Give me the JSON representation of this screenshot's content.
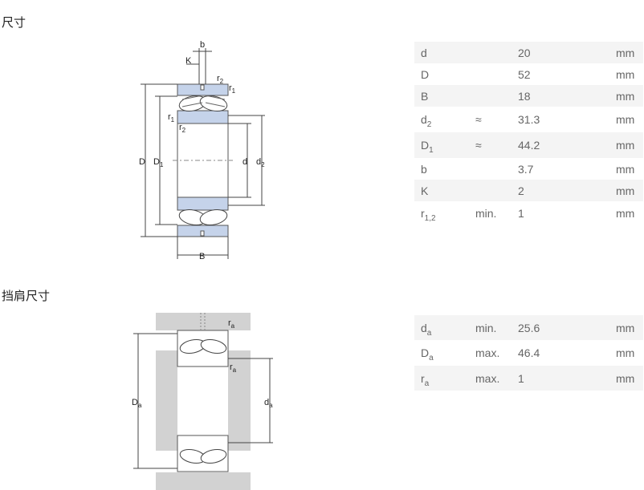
{
  "sections": {
    "dimensions_title": "尺寸",
    "abutment_title": "挡肩尺寸"
  },
  "diagram_labels": {
    "b": "b",
    "K": "K",
    "r2": "r",
    "r2_sub": "2",
    "r1": "r",
    "r1_sub": "1",
    "D": "D",
    "D1": "D",
    "D1_sub": "1",
    "d": "d",
    "d2": "d",
    "d2_sub": "2",
    "B": "B",
    "ra": "r",
    "ra_sub": "a",
    "Da": "D",
    "Da_sub": "a",
    "da": "d",
    "da_sub": "a"
  },
  "dimensions": [
    {
      "sym": "d",
      "sub": "",
      "qual": "",
      "val": "20",
      "unit": "mm"
    },
    {
      "sym": "D",
      "sub": "",
      "qual": "",
      "val": "52",
      "unit": "mm"
    },
    {
      "sym": "B",
      "sub": "",
      "qual": "",
      "val": "18",
      "unit": "mm"
    },
    {
      "sym": "d",
      "sub": "2",
      "qual": "≈",
      "val": "31.3",
      "unit": "mm"
    },
    {
      "sym": "D",
      "sub": "1",
      "qual": "≈",
      "val": "44.2",
      "unit": "mm"
    },
    {
      "sym": "b",
      "sub": "",
      "qual": "",
      "val": "3.7",
      "unit": "mm"
    },
    {
      "sym": "K",
      "sub": "",
      "qual": "",
      "val": "2",
      "unit": "mm"
    },
    {
      "sym": "r",
      "sub": "1,2",
      "qual": "min.",
      "val": "1",
      "unit": "mm"
    }
  ],
  "abutment": [
    {
      "sym": "d",
      "sub": "a",
      "qual": "min.",
      "val": "25.6",
      "unit": "mm"
    },
    {
      "sym": "D",
      "sub": "a",
      "qual": "max.",
      "val": "46.4",
      "unit": "mm"
    },
    {
      "sym": "r",
      "sub": "a",
      "qual": "max.",
      "val": "1",
      "unit": "mm"
    }
  ],
  "colors": {
    "ring_fill": "#c5d3ea",
    "stripe": "#f4f4f4",
    "shoulder": "#d2d2d2"
  }
}
